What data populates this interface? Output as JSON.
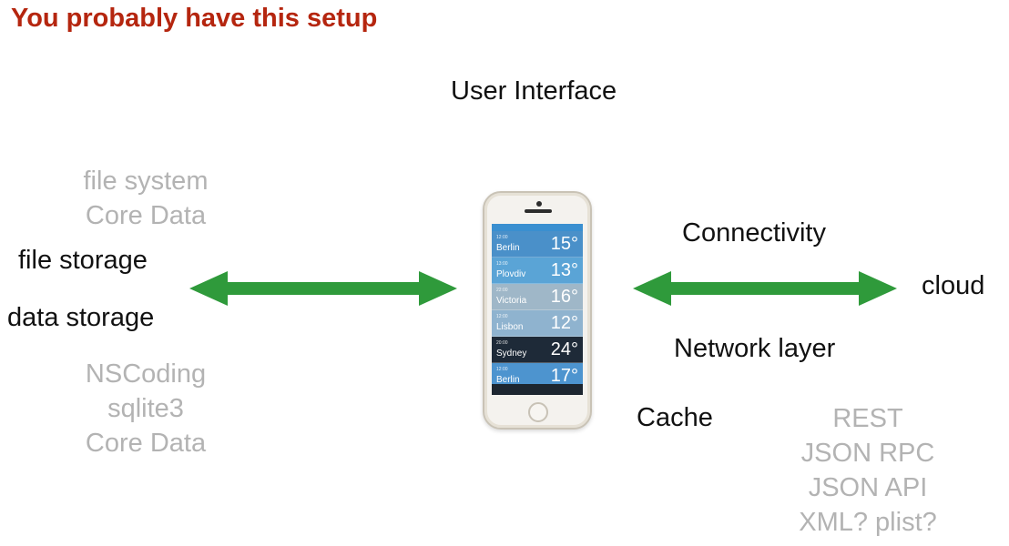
{
  "title": "You probably have this setup",
  "user_interface": "User Interface",
  "left": {
    "top_notes": [
      "file system",
      "Core Data"
    ],
    "file_storage": "file storage",
    "data_storage": "data storage",
    "bottom_notes": [
      "NSCoding",
      "sqlite3",
      "Core Data"
    ]
  },
  "right": {
    "connectivity": "Connectivity",
    "cloud": "cloud",
    "network_layer": "Network layer",
    "cache": "Cache",
    "formats": [
      "REST",
      "JSON RPC",
      "JSON API",
      "XML? plist?"
    ]
  },
  "phone": {
    "rows": [
      {
        "time": "12:00",
        "city": "Berlin",
        "temp": "15°",
        "color": "#4a90c9"
      },
      {
        "time": "13:00",
        "city": "Plovdiv",
        "temp": "13°",
        "color": "#5aa4d6"
      },
      {
        "time": "22:00",
        "city": "Victoria",
        "temp": "16°",
        "color": "#9fb7c8"
      },
      {
        "time": "12:00",
        "city": "Lisbon",
        "temp": "12°",
        "color": "#8fb3cf"
      },
      {
        "time": "20:00",
        "city": "Sydney",
        "temp": "24°",
        "color": "#1e2a38"
      },
      {
        "time": "12:00",
        "city": "Berlin",
        "temp": "17°",
        "color": "#4d94cf"
      }
    ]
  },
  "colors": {
    "title": "#b5260f",
    "arrow": "#2f9a3b",
    "note_gray": "#b3b3b3"
  }
}
